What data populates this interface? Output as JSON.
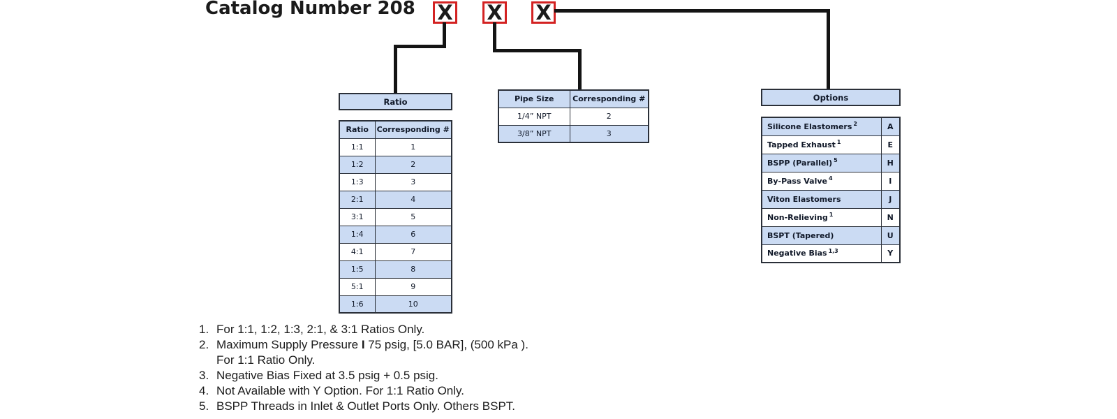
{
  "title": "Catalog Number 208",
  "code_boxes": [
    "X",
    "X",
    "X"
  ],
  "colors": {
    "accent_blue": "#cbdbf3",
    "table_border": "#2a2f38",
    "red_box_border": "#d32222",
    "connector_black": "#141414",
    "text_dark": "#101828"
  },
  "ratio": {
    "header": "Ratio",
    "columns": {
      "col1": "Ratio",
      "col2": "Corresponding #"
    },
    "rows": [
      {
        "ratio": "1:1",
        "num": "1"
      },
      {
        "ratio": "1:2",
        "num": "2"
      },
      {
        "ratio": "1:3",
        "num": "3"
      },
      {
        "ratio": "2:1",
        "num": "4"
      },
      {
        "ratio": "3:1",
        "num": "5"
      },
      {
        "ratio": "1:4",
        "num": "6"
      },
      {
        "ratio": "4:1",
        "num": "7"
      },
      {
        "ratio": "1:5",
        "num": "8"
      },
      {
        "ratio": "5:1",
        "num": "9"
      },
      {
        "ratio": "1:6",
        "num": "10"
      }
    ]
  },
  "pipe_size": {
    "columns": {
      "col1": "Pipe Size",
      "col2": "Corresponding #"
    },
    "rows": [
      {
        "size": "1/4” NPT",
        "num": "2"
      },
      {
        "size": "3/8” NPT",
        "num": "3"
      }
    ]
  },
  "options": {
    "header": "Options",
    "rows": [
      {
        "label": "Silicone Elastomers",
        "sup": "2",
        "code": "A"
      },
      {
        "label": "Tapped Exhaust",
        "sup": "1",
        "code": "E"
      },
      {
        "label": "BSPP (Parallel)",
        "sup": "5",
        "code": "H"
      },
      {
        "label": "By-Pass Valve",
        "sup": "4",
        "code": "I"
      },
      {
        "label": "Viton Elastomers",
        "sup": "",
        "code": "J"
      },
      {
        "label": "Non-Relieving",
        "sup": "1",
        "code": "N"
      },
      {
        "label": "BSPT (Tapered)",
        "sup": "",
        "code": "U"
      },
      {
        "label": "Negative Bias",
        "sup": "1,3",
        "code": "Y"
      }
    ]
  },
  "footnotes": {
    "items": [
      {
        "num": "1.",
        "text": "For 1:1, 1:2, 1:3, 2:1, & 3:1 Ratios Only."
      },
      {
        "num": "2.",
        "text_pre": "Maximum Supply Pressure ",
        "text_bold": "I",
        "text_post": " 75 psig, [5.0 BAR], (500 kPa ).",
        "line2": "For 1:1 Ratio Only."
      },
      {
        "num": "3.",
        "text": "Negative Bias Fixed at 3.5 psig + 0.5 psig."
      },
      {
        "num": "4.",
        "text": "Not Available with Y Option. For 1:1 Ratio Only."
      },
      {
        "num": "5.",
        "text": "BSPP Threads in Inlet & Outlet Ports Only. Others BSPT."
      }
    ]
  }
}
